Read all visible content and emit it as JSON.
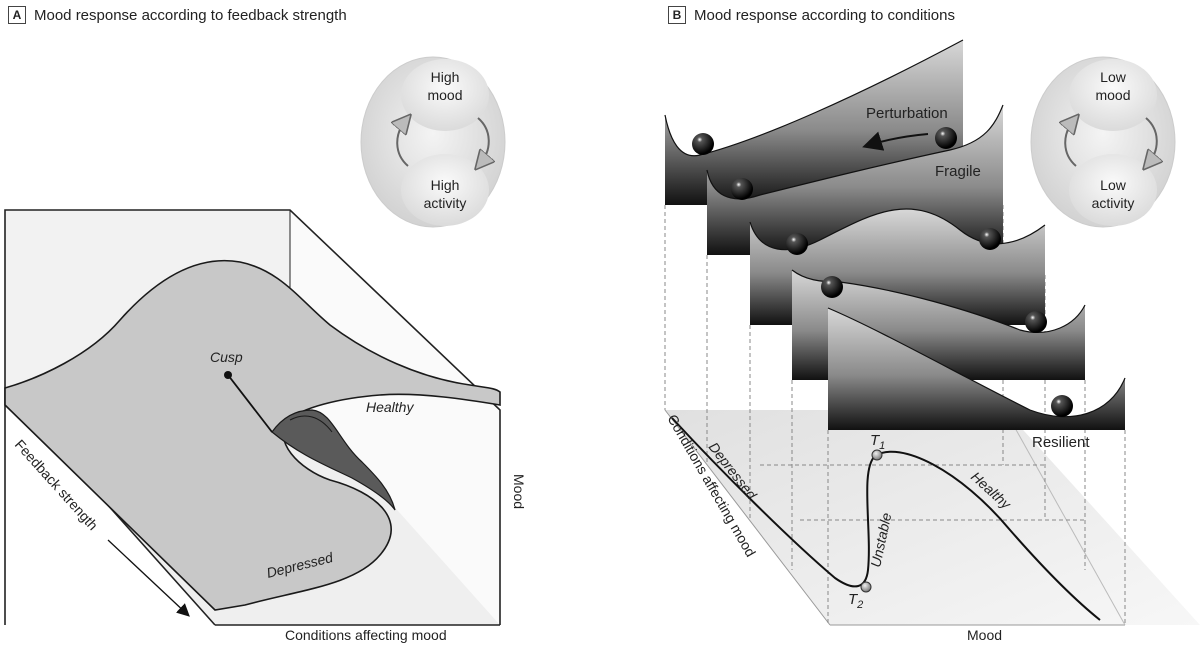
{
  "panel_a": {
    "letter": "A",
    "title": "Mood response according to feedback strength",
    "loop": {
      "top_line1": "High",
      "top_line2": "mood",
      "bottom_line1": "High",
      "bottom_line2": "activity"
    },
    "labels": {
      "cusp": "Cusp",
      "healthy": "Healthy",
      "depressed": "Depressed",
      "feedback_axis": "Feedback strength",
      "mood_axis": "Mood",
      "conditions_axis": "Conditions affecting mood"
    }
  },
  "panel_b": {
    "letter": "B",
    "title": "Mood response according to conditions",
    "loop": {
      "top_line1": "Low",
      "top_line2": "mood",
      "bottom_line1": "Low",
      "bottom_line2": "activity"
    },
    "labels": {
      "perturbation": "Perturbation",
      "fragile": "Fragile",
      "resilient": "Resilient",
      "depressed": "Depressed",
      "unstable": "Unstable",
      "healthy": "Healthy",
      "t1": "T",
      "t1_sub": "1",
      "t2": "T",
      "t2_sub": "2",
      "conditions_axis": "Conditions affecting mood",
      "mood_axis": "Mood"
    }
  },
  "colors": {
    "surface": "#c8c8c8",
    "fold_shadow": "#5a5a5a",
    "box_line": "#222222",
    "bubble": "#dedede"
  }
}
